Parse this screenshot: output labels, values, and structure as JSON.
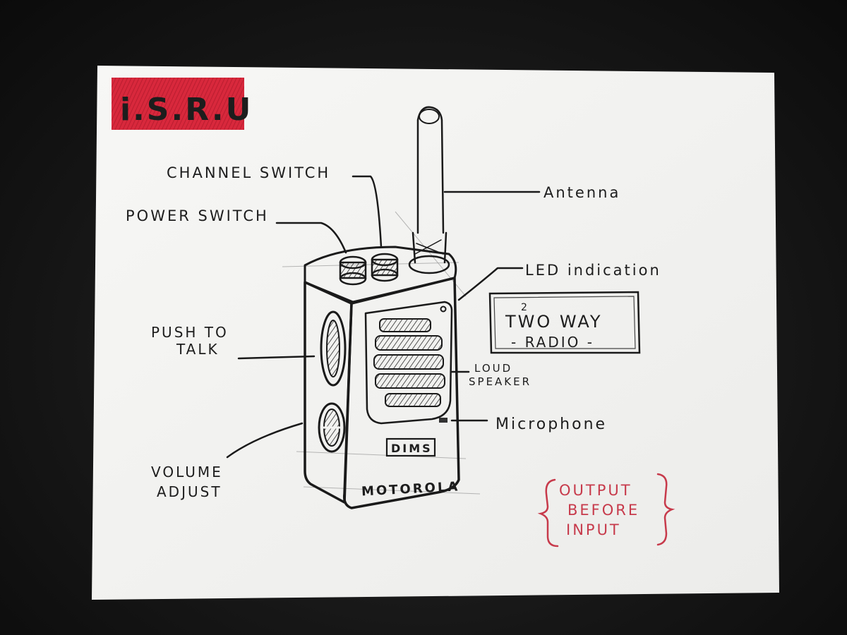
{
  "title_badge": "i.S.R.U",
  "labels": {
    "channel_switch": "CHANNEL SWITCH",
    "power_switch": "POWER SWITCH",
    "antenna": "Antenna",
    "led_indication": "LED indication",
    "push_to_talk_line1": "PUSH TO",
    "push_to_talk_line2": "TALK",
    "loud_speaker_line1": "LOUD",
    "loud_speaker_line2": "SPEAKER",
    "microphone": "Microphone",
    "volume_adjust_line1": "VOLUME",
    "volume_adjust_line2": "ADJUST"
  },
  "device_marks": {
    "brand": "MOTOROLA",
    "badge": "DIMS"
  },
  "product_box": {
    "line1": "TWO WAY",
    "line2": "- RADIO -",
    "correction_mark": "2"
  },
  "note_lines": [
    "OUTPUT",
    "BEFORE",
    "INPUT"
  ],
  "colors": {
    "badge_red": "#d8283c",
    "note_red": "#c73a4b",
    "ink": "#1a1a1a",
    "paper": "#f4f4f2"
  }
}
